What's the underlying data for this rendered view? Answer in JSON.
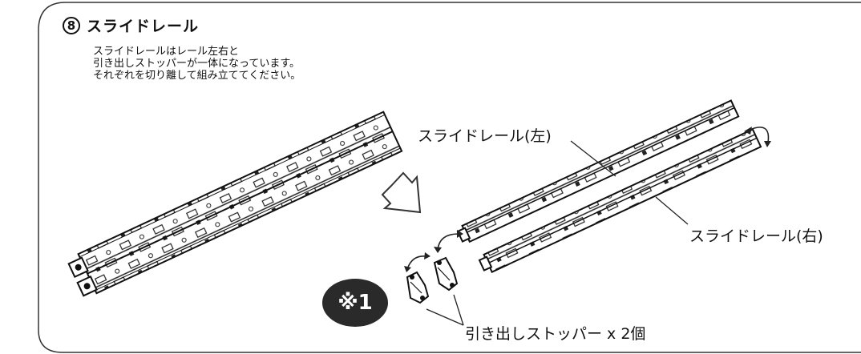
{
  "section": {
    "step_number": "8",
    "title": "スライドレール",
    "description": [
      "スライドレールはレール左右と",
      "引き出しストッパーが一体になっています。",
      "それぞれを切り離して組み立ててください。"
    ]
  },
  "labels": {
    "left_rail": "スライドレール(左)",
    "right_rail": "スライドレール(右)",
    "stopper": "引き出しストッパー x 2個"
  },
  "note_badge": "※1"
}
